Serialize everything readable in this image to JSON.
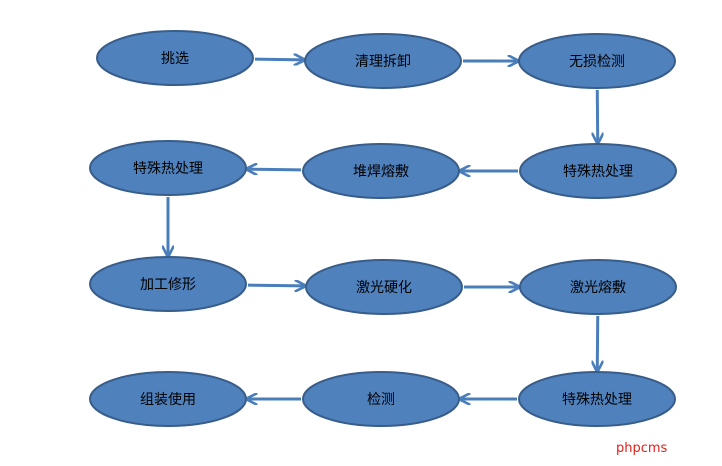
{
  "colors": {
    "node_fill": "#4f81bd",
    "node_stroke": "#385d8a",
    "arrow": "#4a7ebb",
    "watermark": "#e0201c"
  },
  "nodes": [
    {
      "id": "n1",
      "label": "挑选"
    },
    {
      "id": "n2",
      "label": "清理拆卸"
    },
    {
      "id": "n3",
      "label": "无损检测"
    },
    {
      "id": "n4",
      "label": "特殊热处理"
    },
    {
      "id": "n5",
      "label": "堆焊熔敷"
    },
    {
      "id": "n6",
      "label": "特殊热处理"
    },
    {
      "id": "n7",
      "label": "加工修形"
    },
    {
      "id": "n8",
      "label": "激光硬化"
    },
    {
      "id": "n9",
      "label": "激光熔敷"
    },
    {
      "id": "n10",
      "label": "特殊热处理"
    },
    {
      "id": "n11",
      "label": "检测"
    },
    {
      "id": "n12",
      "label": "组装使用"
    }
  ],
  "edges": [
    {
      "from": "n1",
      "to": "n2"
    },
    {
      "from": "n2",
      "to": "n3"
    },
    {
      "from": "n3",
      "to": "n4"
    },
    {
      "from": "n4",
      "to": "n5"
    },
    {
      "from": "n5",
      "to": "n6"
    },
    {
      "from": "n6",
      "to": "n7"
    },
    {
      "from": "n7",
      "to": "n8"
    },
    {
      "from": "n8",
      "to": "n9"
    },
    {
      "from": "n9",
      "to": "n10"
    },
    {
      "from": "n10",
      "to": "n11"
    },
    {
      "from": "n11",
      "to": "n12"
    }
  ],
  "watermark": "phpcms"
}
